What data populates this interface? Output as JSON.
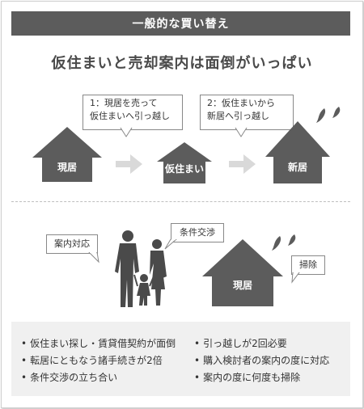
{
  "header": {
    "title": "一般的な買い替え"
  },
  "headline": "仮住まいと売却案内は面倒がいっぱい",
  "steps": {
    "step1_line1": "1：現居を売って",
    "step1_line2": "仮住まいへ引っ越し",
    "step2_line1": "2：仮住まいから",
    "step2_line2": "新居へ引っ越し"
  },
  "houses": {
    "current": "現居",
    "temporary": "仮住まい",
    "new": "新居",
    "current_lower": "現居"
  },
  "bubbles": {
    "guide": "案内対応",
    "negotiation": "条件交渉",
    "cleaning": "掃除"
  },
  "issues": {
    "left": [
      "仮住まい探し・賃貸借契約が面倒",
      "転居にともなう諸手続きが2倍",
      "条件交渉の立ち合い"
    ],
    "right": [
      "引っ越しが2回必要",
      "購入検討者の案内の度に対応",
      "案内の度に何度も掃除"
    ]
  },
  "colors": {
    "house": "#5c5c5c",
    "arrow": "#d9d9d9",
    "header": "#5c5c5c",
    "list_bg": "#f0f0f0"
  }
}
